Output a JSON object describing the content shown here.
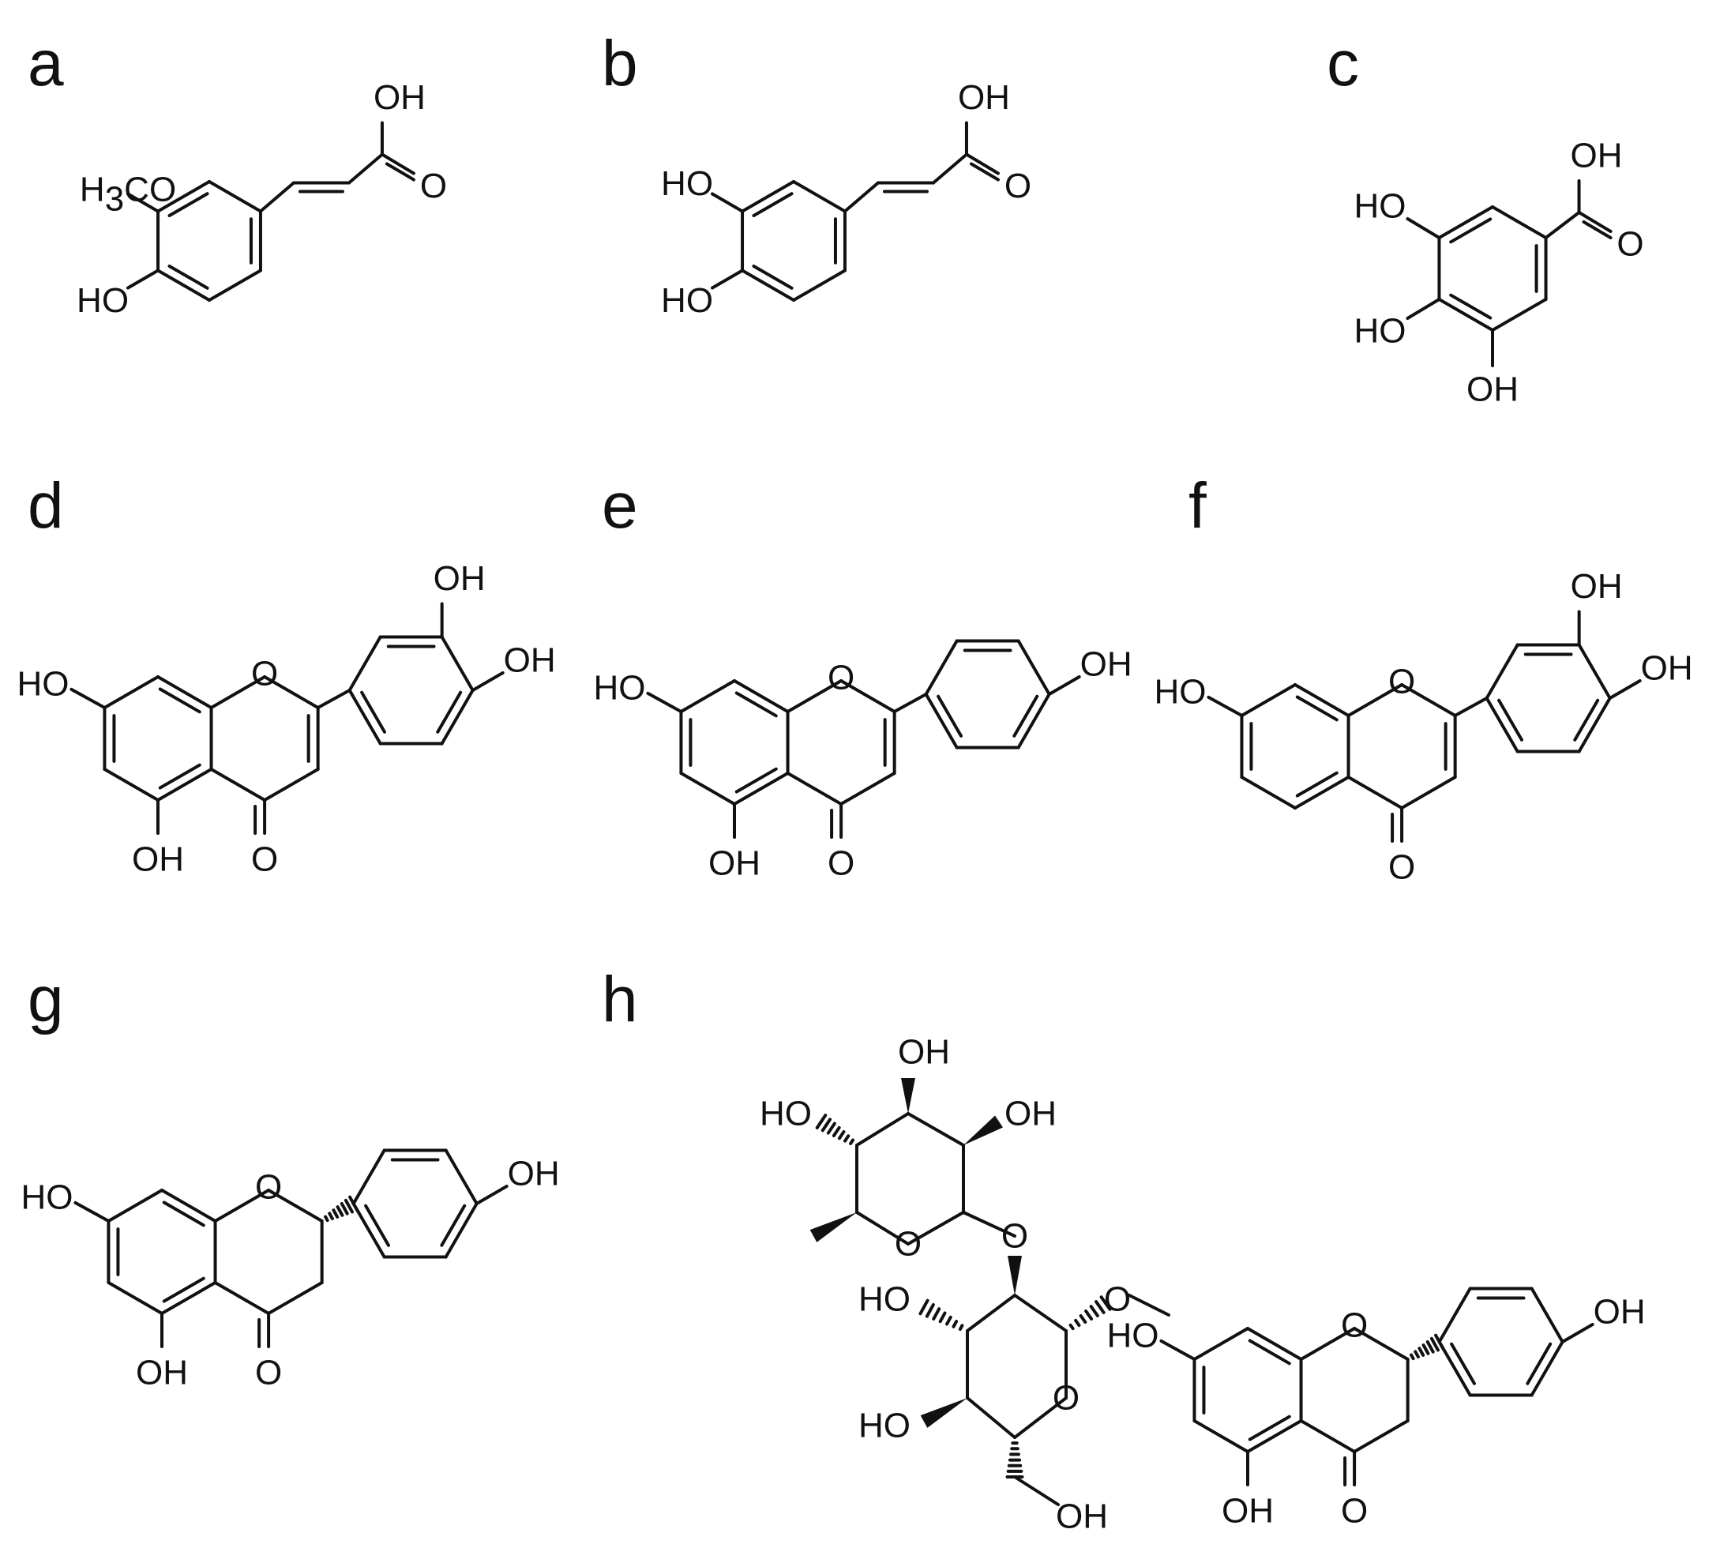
{
  "panels": [
    {
      "id": "a",
      "label": "a"
    },
    {
      "id": "b",
      "label": "b"
    },
    {
      "id": "c",
      "label": "c"
    },
    {
      "id": "d",
      "label": "d"
    },
    {
      "id": "e",
      "label": "e"
    },
    {
      "id": "f",
      "label": "f"
    },
    {
      "id": "g",
      "label": "g"
    },
    {
      "id": "h",
      "label": "h"
    }
  ],
  "atom_labels": {
    "oh": "OH",
    "ho": "HO",
    "o": "O",
    "h3co": "H3CO"
  },
  "colors": {
    "ink": "#111111",
    "background": "#ffffff"
  }
}
